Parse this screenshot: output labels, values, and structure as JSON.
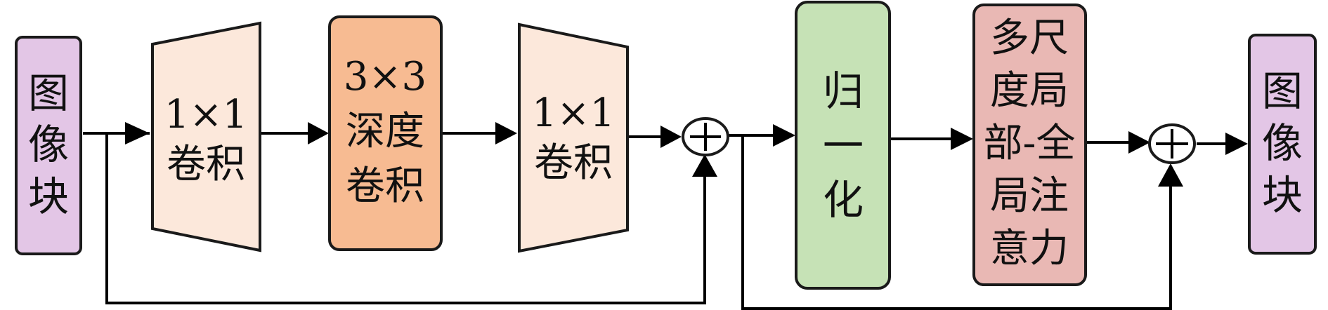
{
  "colors": {
    "patch": "#e3c6e6",
    "conv1x1": "#fce8db",
    "depthwise": "#f7bb92",
    "norm": "#c6e2b6",
    "attention": "#e9b8b4",
    "line": "#000000"
  },
  "blocks": {
    "input_patch": {
      "lines": [
        "图",
        "像",
        "块"
      ]
    },
    "conv1": {
      "lines": [
        "1×1",
        "卷积"
      ]
    },
    "depthwise": {
      "lines": [
        "3×3",
        "深度",
        "卷积"
      ]
    },
    "conv2": {
      "lines": [
        "1×1",
        "卷积"
      ]
    },
    "norm": {
      "lines": [
        "归",
        "一",
        "化"
      ]
    },
    "attention": {
      "lines": [
        "多尺",
        "度局",
        "部-全",
        "局注",
        "意力"
      ]
    },
    "output_patch": {
      "lines": [
        "图",
        "像",
        "块"
      ]
    }
  },
  "add_symbol": "+"
}
